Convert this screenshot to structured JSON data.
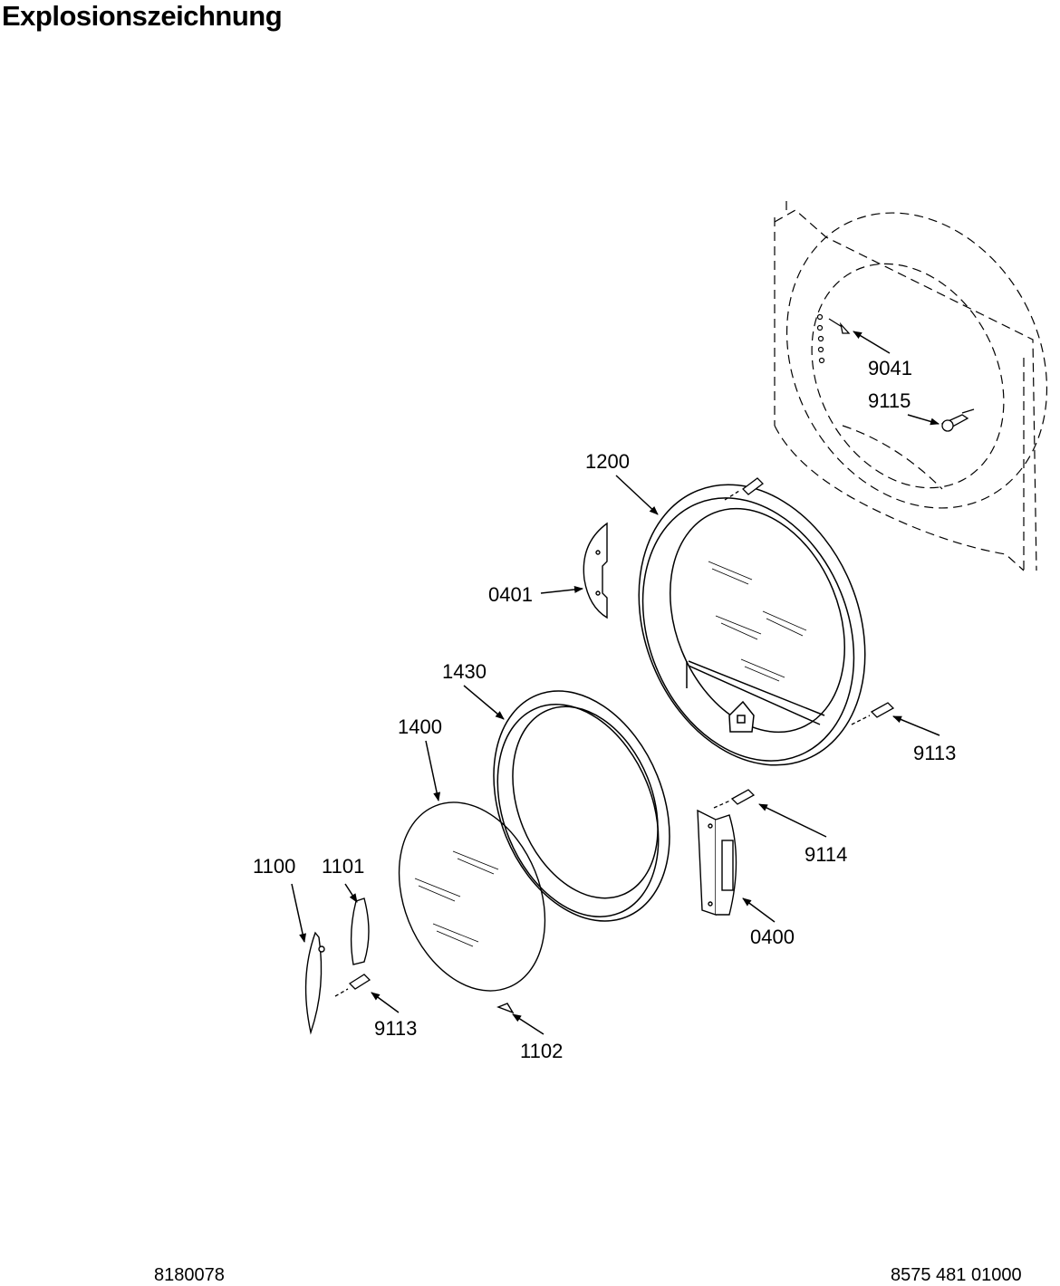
{
  "title": "Explosionszeichnung",
  "parts": [
    {
      "id": "9041",
      "label": "9041"
    },
    {
      "id": "9115",
      "label": "9115"
    },
    {
      "id": "1200",
      "label": "1200"
    },
    {
      "id": "0401",
      "label": "0401"
    },
    {
      "id": "1430",
      "label": "1430"
    },
    {
      "id": "1400",
      "label": "1400"
    },
    {
      "id": "9113a",
      "label": "9113"
    },
    {
      "id": "9114",
      "label": "9114"
    },
    {
      "id": "1100",
      "label": "1100"
    },
    {
      "id": "1101",
      "label": "1101"
    },
    {
      "id": "0400",
      "label": "0400"
    },
    {
      "id": "9113b",
      "label": "9113"
    },
    {
      "id": "1102",
      "label": "1102"
    }
  ],
  "footer": {
    "left": "8180078",
    "right": "8575 481 01000"
  }
}
